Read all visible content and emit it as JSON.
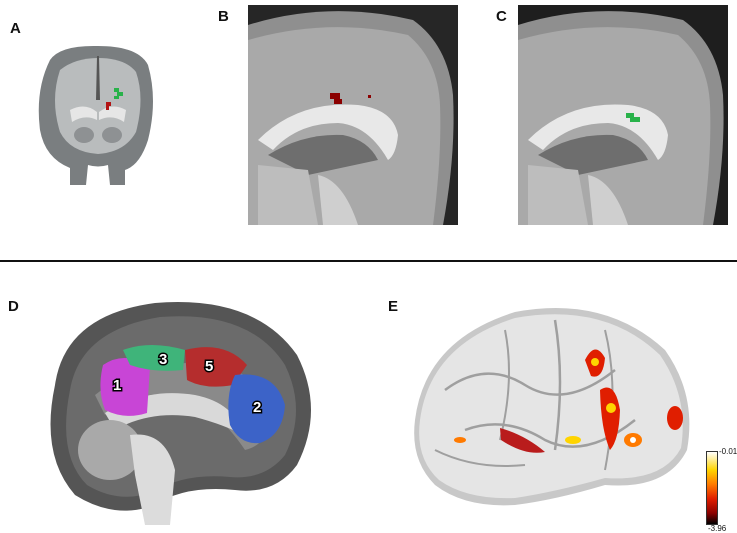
{
  "panel_labels": {
    "a": "A",
    "b": "B",
    "c": "C",
    "d": "D",
    "e": "E"
  },
  "region_numbers": {
    "r1": "1",
    "r2": "2",
    "r3": "3",
    "r5": "5"
  },
  "colorbar": {
    "max_label": "-0.01",
    "min_label": "-3.96",
    "colors": [
      "#000000",
      "#8b0000",
      "#e01e00",
      "#ff7a00",
      "#ffd400",
      "#ffffff"
    ]
  },
  "colors": {
    "red_cluster": "#b31414",
    "green_cluster": "#29b24a",
    "region_1": "#c845d6",
    "region_2": "#3c63c8",
    "region_3": "#3fb47a",
    "region_5": "#b52d2d"
  }
}
